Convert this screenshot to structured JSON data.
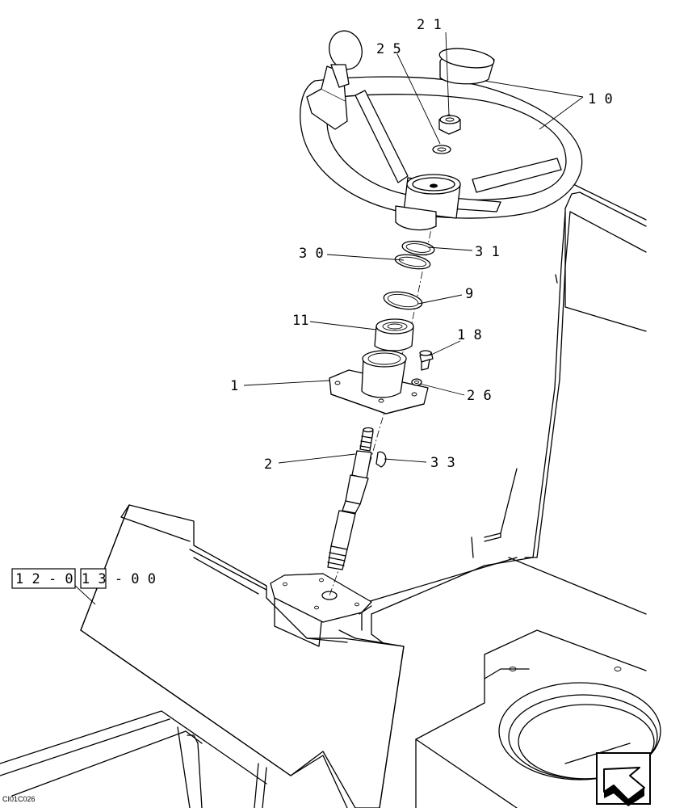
{
  "drawing_code": "CI01C026",
  "reference_box": "1 2 - 0 1 3 - 0 0",
  "callouts": [
    {
      "id": "c21",
      "text": "2 1"
    },
    {
      "id": "c25",
      "text": "2 5"
    },
    {
      "id": "c10",
      "text": "1 0"
    },
    {
      "id": "c30",
      "text": "3 0"
    },
    {
      "id": "c31",
      "text": "3 1"
    },
    {
      "id": "c9",
      "text": "9"
    },
    {
      "id": "c11",
      "text": "11"
    },
    {
      "id": "c18",
      "text": "1 8"
    },
    {
      "id": "c1",
      "text": "1"
    },
    {
      "id": "c26",
      "text": "2 6"
    },
    {
      "id": "c2",
      "text": "2"
    },
    {
      "id": "c33",
      "text": "3 3"
    }
  ],
  "nav_icon": "navigation-arrow-icon"
}
